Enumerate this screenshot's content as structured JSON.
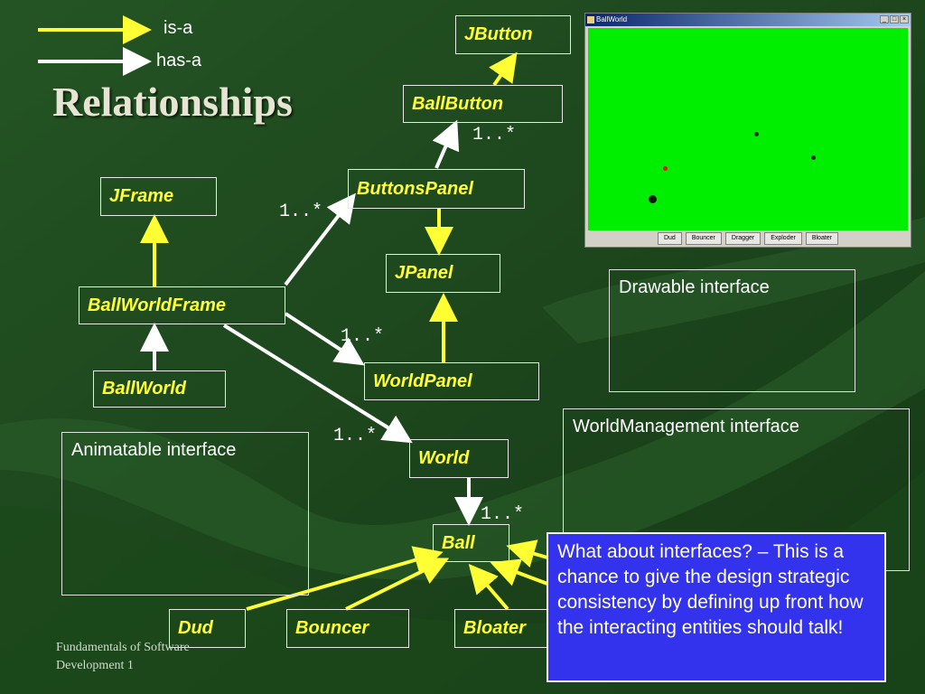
{
  "title": "Relationships",
  "legend": {
    "is_a": "is-a",
    "has_a": "has-a"
  },
  "classes": {
    "jbutton": "JButton",
    "ballbutton": "BallButton",
    "buttonspanel": "ButtonsPanel",
    "jframe": "JFrame",
    "jpanel": "JPanel",
    "ballworldframe": "BallWorldFrame",
    "ballworld": "BallWorld",
    "worldpanel": "WorldPanel",
    "world": "World",
    "ball": "Ball",
    "dud": "Dud",
    "bouncer": "Bouncer",
    "bloater": "Bloater"
  },
  "multiplicity": "1..*",
  "interfaces": {
    "drawable": "Drawable interface",
    "world_management": "WorldManagement interface",
    "animatable": "Animatable interface"
  },
  "callout": "What about interfaces? – This is a chance to give the design strategic consistency by defining up front how the interacting entities should talk!",
  "footer": {
    "line1": "Fundamentals of Software",
    "line2": "Development 1"
  },
  "app_window": {
    "title": "BallWorld",
    "controls": [
      "_",
      "□",
      "×"
    ],
    "buttons": [
      "Dud",
      "Bouncer",
      "Dragger",
      "Exploder",
      "Bloater"
    ]
  },
  "colors": {
    "background": "#1f4a1f",
    "is_a_arrow": "#ffff33",
    "has_a_arrow": "#ffffff",
    "class_text": "#ffff33",
    "callout_fill": "#3333ee",
    "canvas": "#00ee00"
  }
}
